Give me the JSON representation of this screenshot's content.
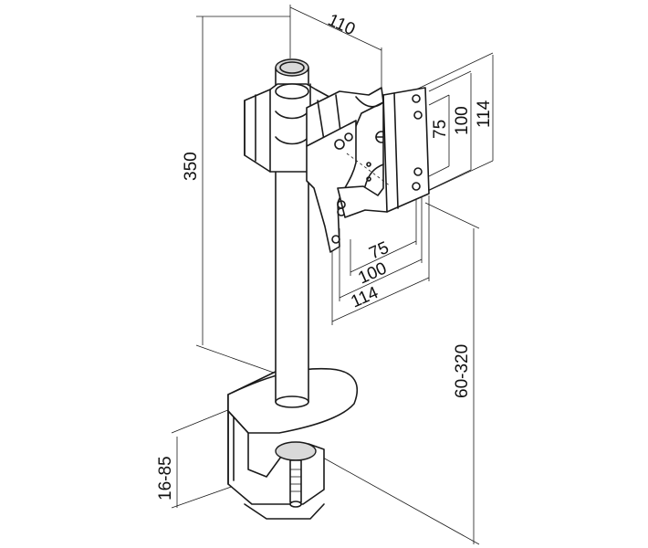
{
  "dimensions": {
    "height_total": "350",
    "depth": "110",
    "plate_75_vertical": "75",
    "plate_100_vertical": "100",
    "plate_114_vertical": "114",
    "plate_75_horizontal": "75",
    "plate_100_horizontal": "100",
    "plate_114_horizontal": "114",
    "height_adjust": "60-320",
    "clamp_range": "16-85"
  }
}
